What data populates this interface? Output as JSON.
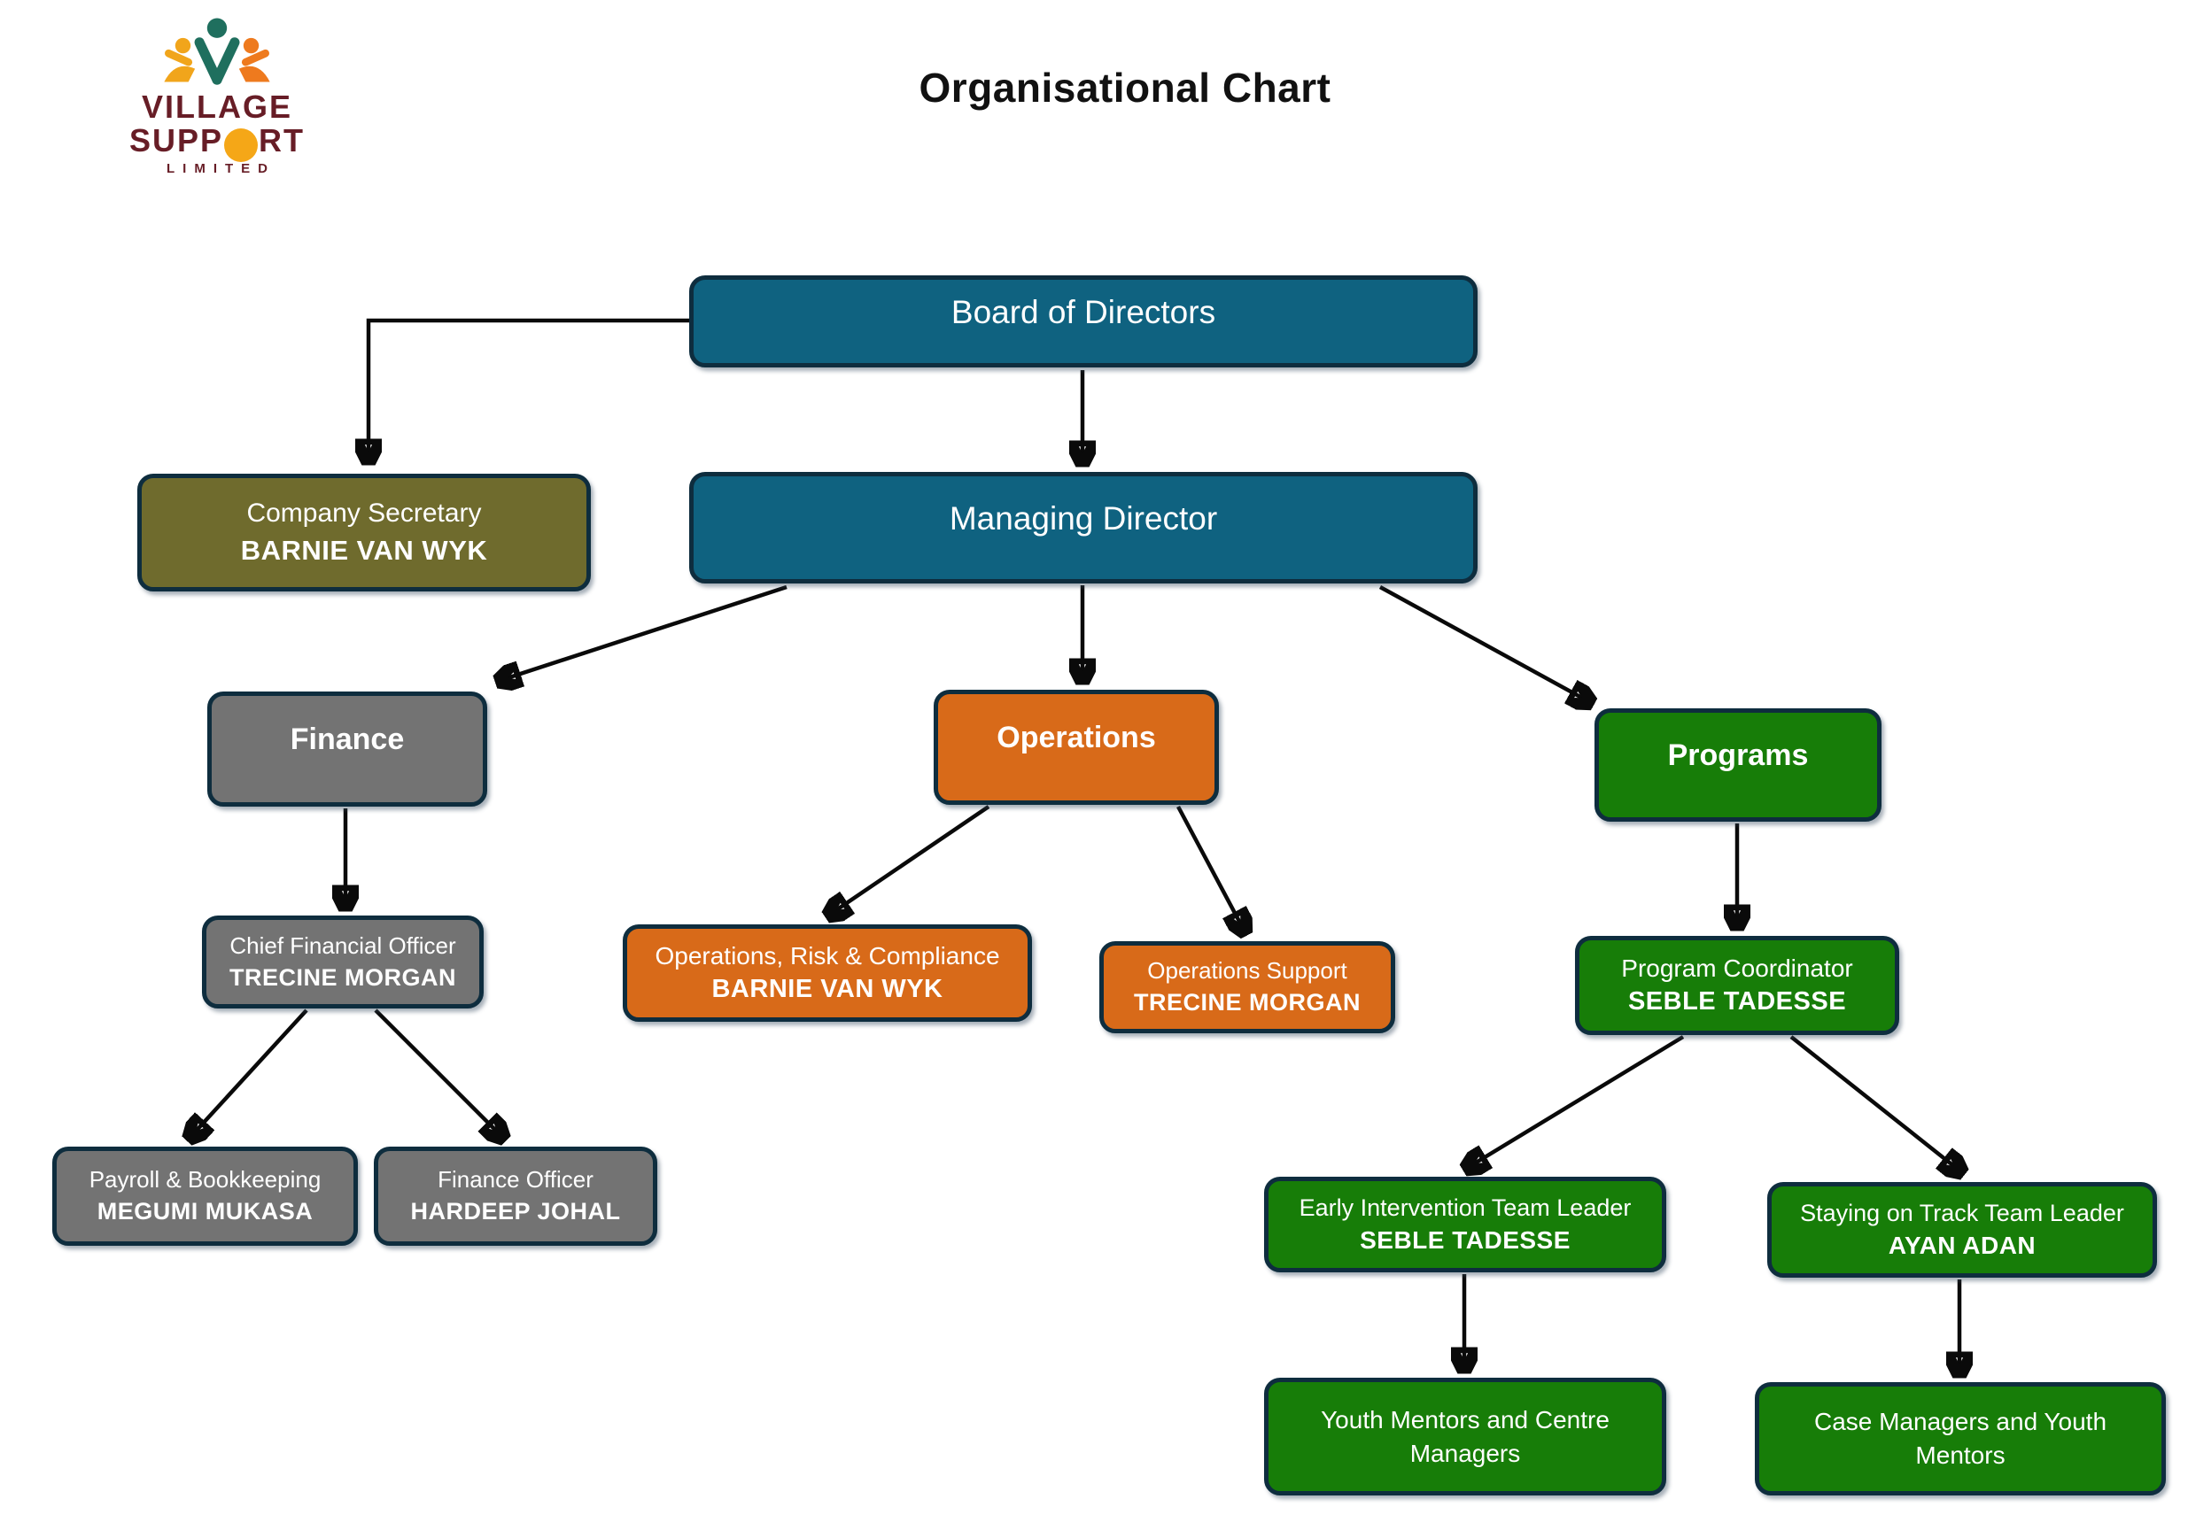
{
  "title": "Organisational Chart",
  "logo": {
    "village": "VILLAGE",
    "support_pre": "SUPP",
    "support_post": "RT",
    "limited": "LIMITED"
  },
  "colors": {
    "teal": "#0f6280",
    "olive": "#6f6b2d",
    "gray": "#737373",
    "orange": "#d86a19",
    "green": "#177d08",
    "node_border": "#0e2d3e",
    "connector": "#0a0a0a",
    "logo_text": "#671d26",
    "logo_disc": "#f5a717"
  },
  "nodes": {
    "board": {
      "title": "Board of Directors"
    },
    "managing_director": {
      "title": "Managing Director"
    },
    "company_secretary": {
      "title": "Company Secretary",
      "person": "BARNIE VAN WYK"
    },
    "finance": {
      "title": "Finance"
    },
    "operations": {
      "title": "Operations"
    },
    "programs": {
      "title": "Programs"
    },
    "cfo": {
      "title": "Chief Financial Officer",
      "person": "TRECINE MORGAN"
    },
    "ops_risk": {
      "title": "Operations, Risk & Compliance",
      "person": "BARNIE VAN WYK"
    },
    "ops_support": {
      "title": "Operations Support",
      "person": "TRECINE MORGAN"
    },
    "program_coordinator": {
      "title": "Program Coordinator",
      "person": "SEBLE TADESSE"
    },
    "payroll": {
      "title": "Payroll & Bookkeeping",
      "person": "MEGUMI MUKASA"
    },
    "finance_officer": {
      "title": "Finance Officer",
      "person": "HARDEEP JOHAL"
    },
    "early_intervention": {
      "title": "Early Intervention Team Leader",
      "person": "SEBLE TADESSE"
    },
    "staying_on_track": {
      "title": "Staying on Track Team Leader",
      "person": "AYAN ADAN"
    },
    "youth_mentors": {
      "title": "Youth Mentors and Centre Managers"
    },
    "case_managers": {
      "title": "Case Managers and Youth Mentors"
    }
  },
  "edges": [
    {
      "from": "board",
      "to": "company_secretary"
    },
    {
      "from": "board",
      "to": "managing_director"
    },
    {
      "from": "managing_director",
      "to": "finance"
    },
    {
      "from": "managing_director",
      "to": "operations"
    },
    {
      "from": "managing_director",
      "to": "programs"
    },
    {
      "from": "finance",
      "to": "cfo"
    },
    {
      "from": "cfo",
      "to": "payroll"
    },
    {
      "from": "cfo",
      "to": "finance_officer"
    },
    {
      "from": "operations",
      "to": "ops_risk"
    },
    {
      "from": "operations",
      "to": "ops_support"
    },
    {
      "from": "programs",
      "to": "program_coordinator"
    },
    {
      "from": "program_coordinator",
      "to": "early_intervention"
    },
    {
      "from": "program_coordinator",
      "to": "staying_on_track"
    },
    {
      "from": "early_intervention",
      "to": "youth_mentors"
    },
    {
      "from": "staying_on_track",
      "to": "case_managers"
    }
  ]
}
